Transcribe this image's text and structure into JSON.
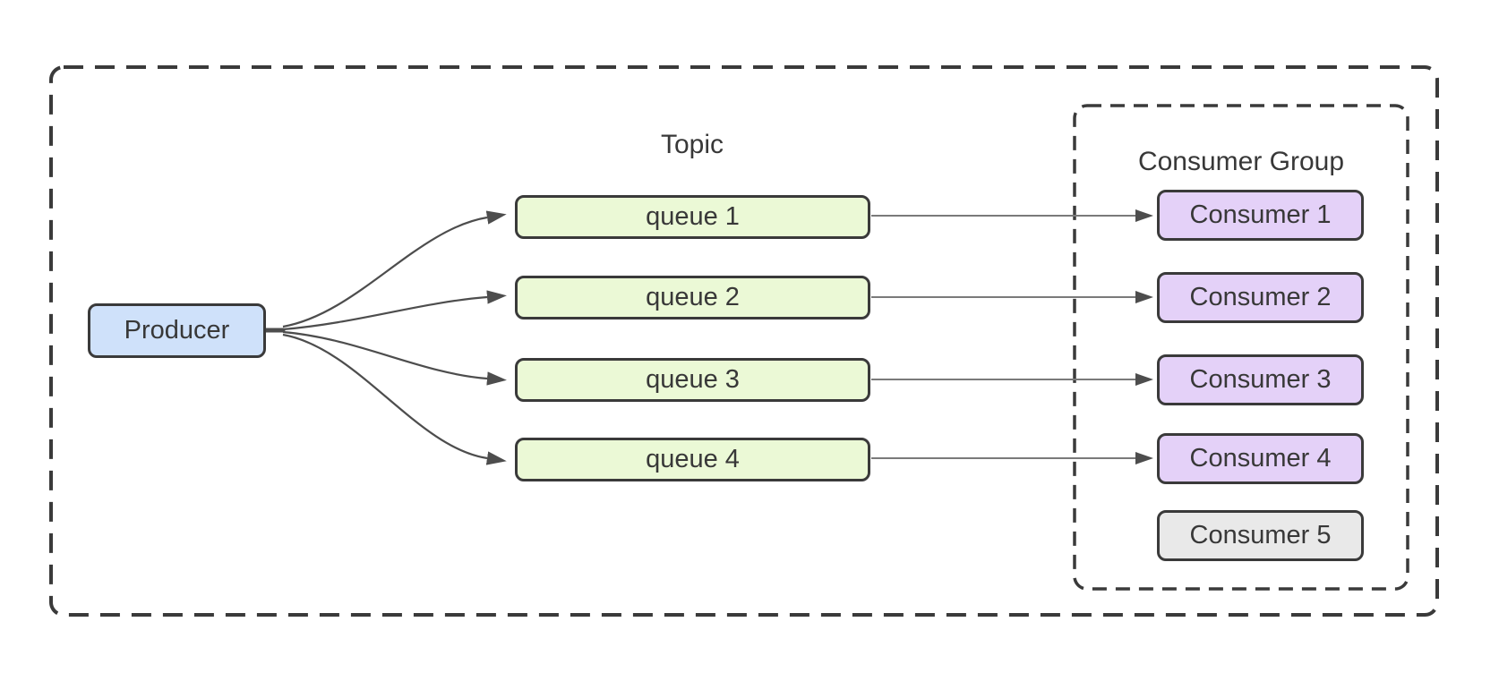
{
  "producer": {
    "label": "Producer"
  },
  "topic": {
    "title": "Topic",
    "queues": [
      "queue 1",
      "queue 2",
      "queue 3",
      "queue 4"
    ]
  },
  "consumer_group": {
    "title": "Consumer Group",
    "consumers": [
      {
        "label": "Consumer 1",
        "assigned": true
      },
      {
        "label": "Consumer 2",
        "assigned": true
      },
      {
        "label": "Consumer 3",
        "assigned": true
      },
      {
        "label": "Consumer 4",
        "assigned": true
      },
      {
        "label": "Consumer 5",
        "assigned": false
      }
    ]
  },
  "edges": {
    "producer_to_queues": [
      "queue 1",
      "queue 2",
      "queue 3",
      "queue 4"
    ],
    "queue_to_consumer": [
      [
        "queue 1",
        "Consumer 1"
      ],
      [
        "queue 2",
        "Consumer 2"
      ],
      [
        "queue 3",
        "Consumer 3"
      ],
      [
        "queue 4",
        "Consumer 4"
      ]
    ]
  },
  "colors": {
    "producer_fill": "#cfe1fa",
    "queue_fill": "#ebf9d6",
    "consumer_fill": "#e4d1f8",
    "idle_consumer_fill": "#e9e9e9",
    "node_border": "#3a3a3a",
    "dashed_border": "#3a3a3a",
    "arrow_color": "#4d4d4d",
    "line_color": "#7a7a7a",
    "text_color": "#383838"
  }
}
